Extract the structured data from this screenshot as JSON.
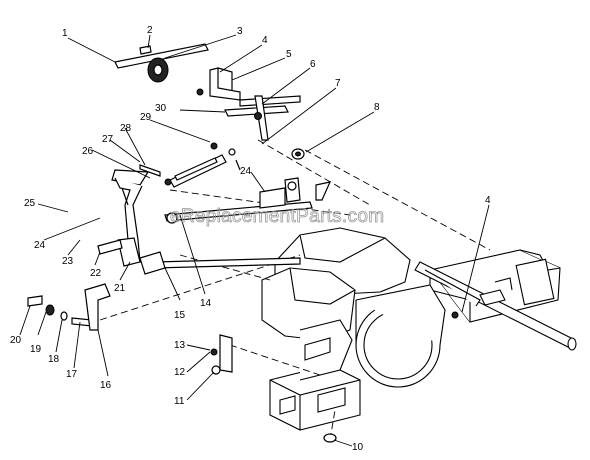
{
  "watermark": "eReplacementParts.com",
  "callouts": {
    "c1": "1",
    "c2": "2",
    "c3": "3",
    "c4a": "4",
    "c4b": "4",
    "c5": "5",
    "c6": "6",
    "c7": "7",
    "c8": "8",
    "c10": "10",
    "c11": "11",
    "c12": "12",
    "c13": "13",
    "c14": "14",
    "c15": "15",
    "c16": "16",
    "c17": "17",
    "c18": "18",
    "c19": "19",
    "c20": "20",
    "c21": "21",
    "c22": "22",
    "c23": "23",
    "c24a": "24",
    "c24b": "24",
    "c25": "25",
    "c26": "26",
    "c27": "27",
    "c28": "28",
    "c29": "29",
    "c30": "30"
  }
}
